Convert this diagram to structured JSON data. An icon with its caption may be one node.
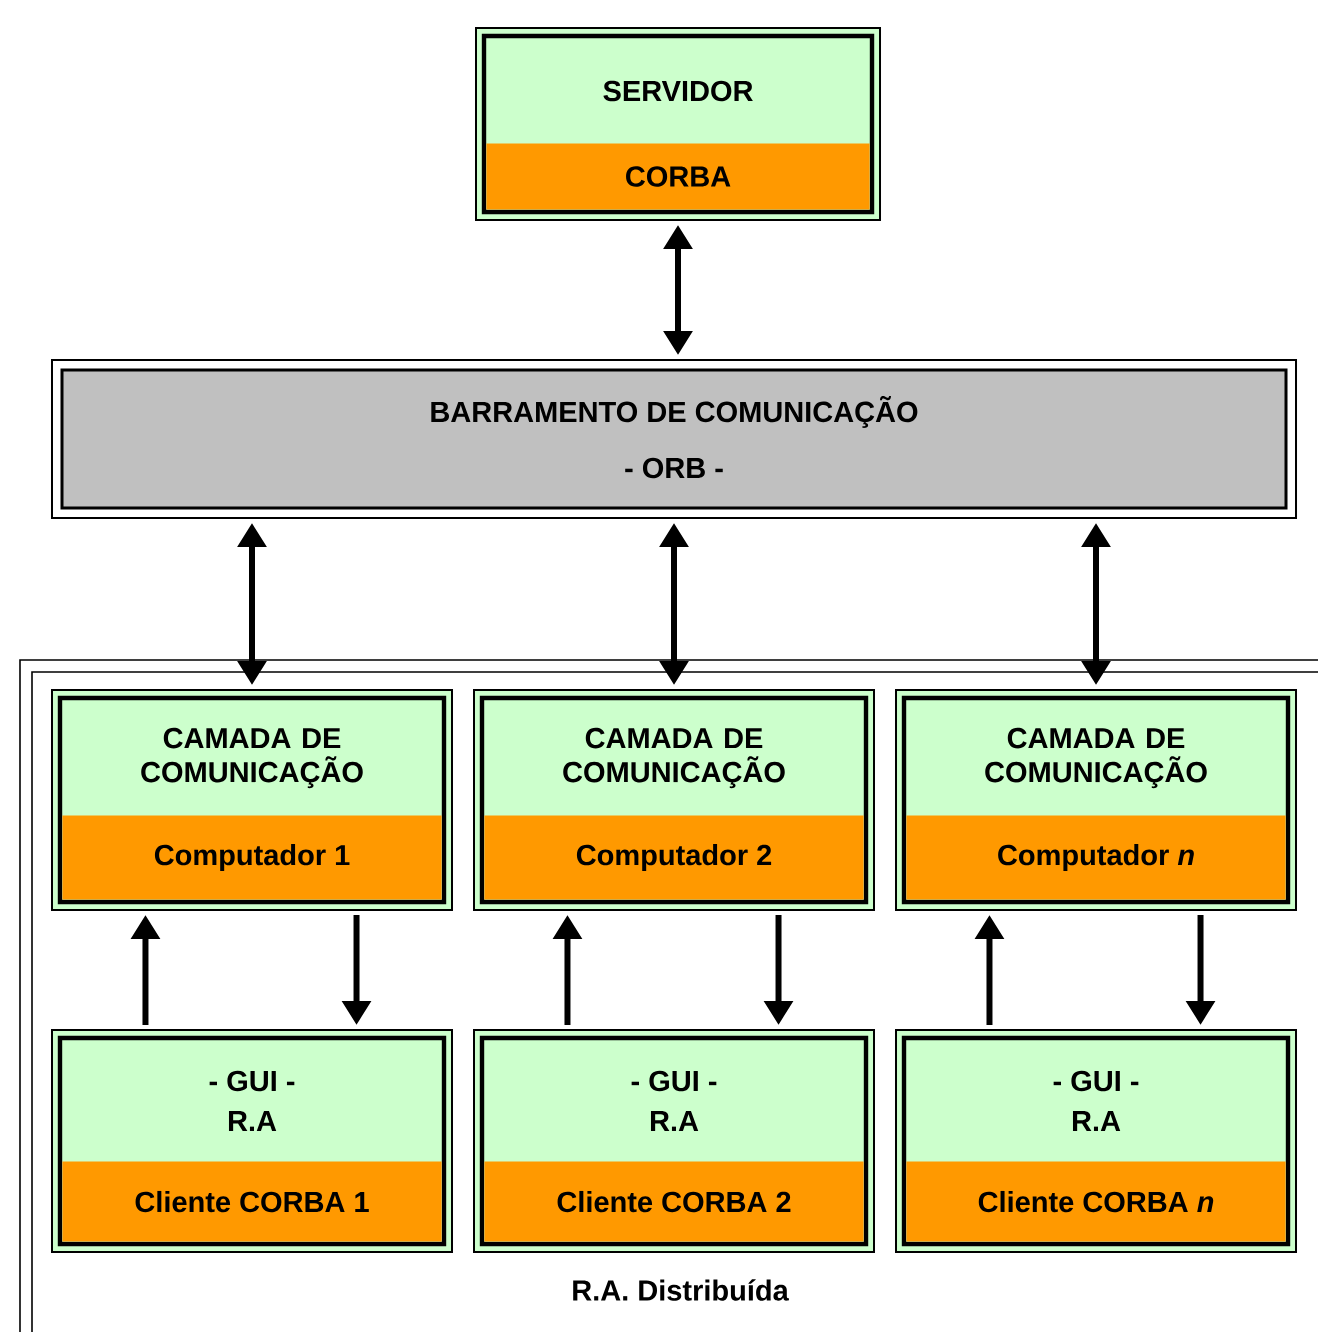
{
  "diagram": {
    "nodes": [
      {
        "text": [
          "SERVIDOR",
          "CORBA"
        ]
      },
      {
        "text": [
          "BARRAMENTO DE COMUNICAÇÃO",
          "- ORB -"
        ]
      },
      {
        "text": [
          "R.A. Distribuída"
        ]
      },
      {
        "text": [
          "CAMADA DE COMUNICAÇÃO",
          "Computador 1"
        ],
        "in": 2
      },
      {
        "text": [
          "CAMADA DE COMUNICAÇÃO",
          "Computador 2"
        ],
        "in": 2
      },
      {
        "text": [
          "CAMADA DE COMUNICAÇÃO",
          "Computador *n*"
        ],
        "in": 2
      },
      {
        "text": [
          "- GUI -",
          "R.A",
          "Cliente CORBA 1"
        ],
        "in": 2
      },
      {
        "text": [
          "- GUI -",
          "R.A",
          "Cliente CORBA 2"
        ],
        "in": 2
      },
      {
        "text": [
          "- GUI -",
          "R.A",
          "Cliente CORBA *n*"
        ],
        "in": 2
      }
    ],
    "edges": [
      {
        "from": 0,
        "to": 1,
        "arrow": "both"
      },
      {
        "from": 1,
        "to": 3,
        "arrow": "both"
      },
      {
        "from": 1,
        "to": 4,
        "arrow": "both"
      },
      {
        "from": 1,
        "to": 5,
        "arrow": "both"
      },
      {
        "from": 6,
        "to": 3,
        "arrow": "to"
      },
      {
        "from": 3,
        "to": 6,
        "arrow": "to"
      },
      {
        "from": 7,
        "to": 4,
        "arrow": "to"
      },
      {
        "from": 4,
        "to": 7,
        "arrow": "to"
      },
      {
        "from": 8,
        "to": 5,
        "arrow": "to"
      },
      {
        "from": 5,
        "to": 8,
        "arrow": "to"
      }
    ]
  }
}
